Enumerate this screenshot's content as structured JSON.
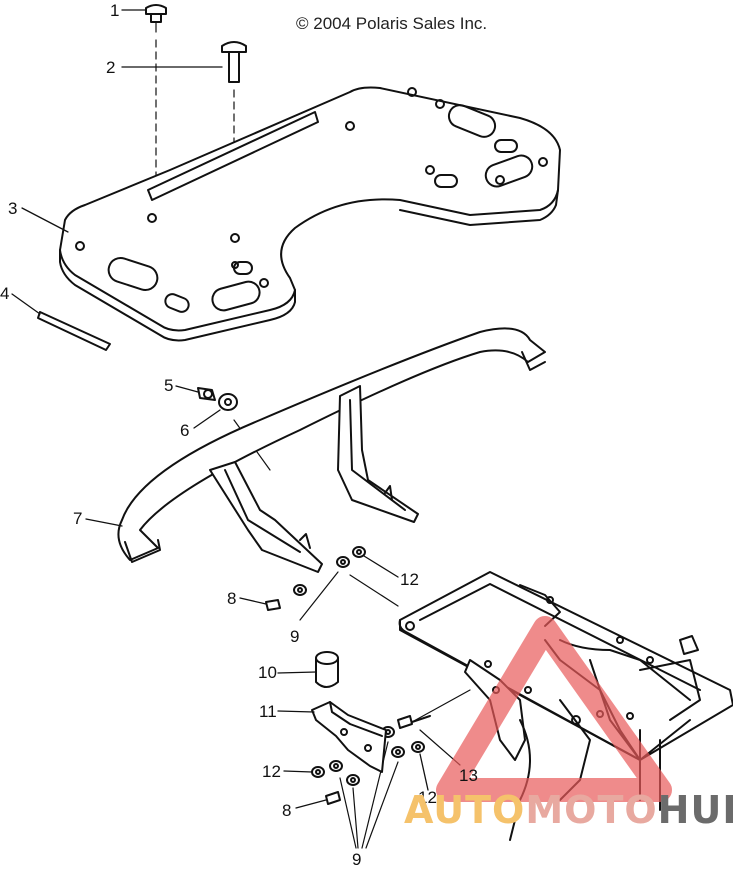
{
  "copyright": "© 2004 Polaris Sales Inc.",
  "callouts": {
    "c1": "1",
    "c2": "2",
    "c3": "3",
    "c4": "4",
    "c5": "5",
    "c6": "6",
    "c7": "7",
    "c8a": "8",
    "c8b": "8",
    "c9a": "9",
    "c9b": "9",
    "c10": "10",
    "c11": "11",
    "c12a": "12",
    "c12b": "12",
    "c12c": "12",
    "c13": "13"
  },
  "watermark": {
    "part1": "AUTO",
    "part2": "MOTO",
    "part3": "HUB",
    "colors": {
      "auto": "#f5c26b",
      "moto": "#e8a9a0",
      "hub": "#6b6b6b",
      "triangle": "#e85a5a"
    }
  }
}
